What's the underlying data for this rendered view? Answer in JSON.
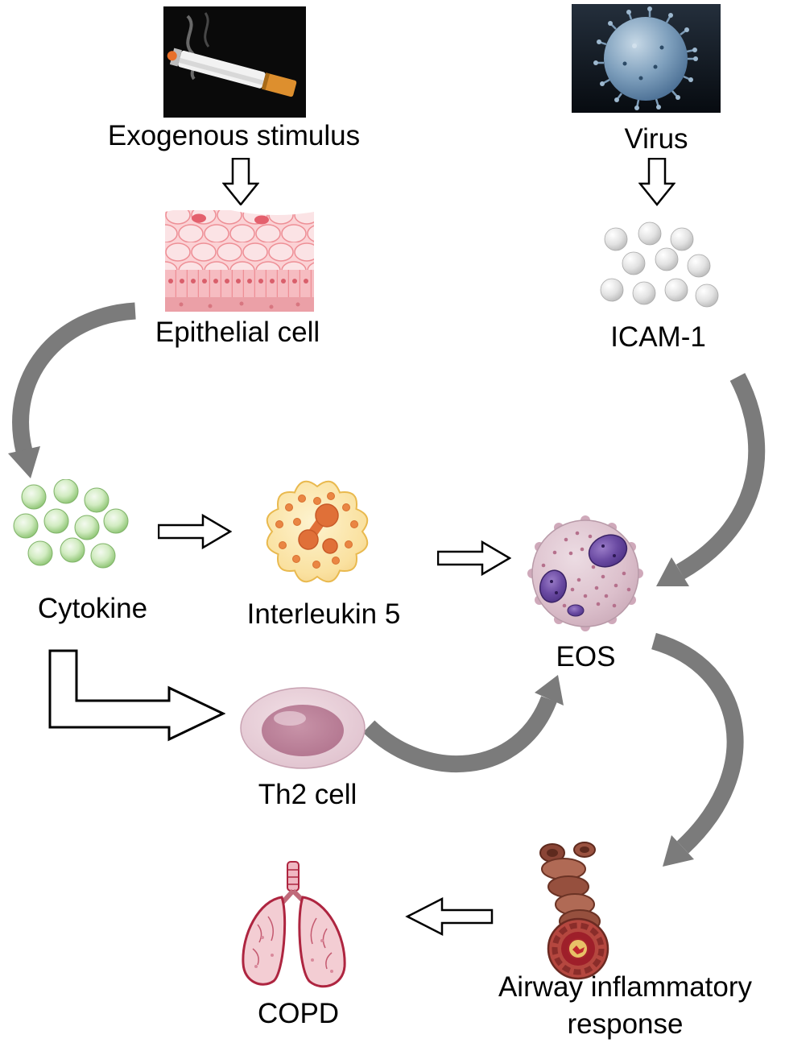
{
  "diagram": {
    "title": "",
    "nodes": {
      "exogenous_stimulus": {
        "label": "Exogenous stimulus",
        "icon": "cigarette-smoke-image"
      },
      "virus": {
        "label": "Virus",
        "icon": "virus-particle-image"
      },
      "epithelial_cell": {
        "label": "Epithelial cell",
        "icon": "epithelial-tissue-image"
      },
      "icam_1": {
        "label": "ICAM-1",
        "icon": "gray-molecule-cluster-image"
      },
      "cytokine": {
        "label": "Cytokine",
        "icon": "green-molecule-cluster-image"
      },
      "interleukin_5": {
        "label": "Interleukin 5",
        "icon": "interleukin5-cell-image"
      },
      "eos": {
        "label": "EOS",
        "icon": "eosinophil-cell-image"
      },
      "th2_cell": {
        "label": "Th2 cell",
        "icon": "th2-cell-image"
      },
      "airway_response": {
        "label_lines": [
          "Airway inflammatory",
          "response"
        ],
        "icon": "inflamed-airway-image"
      },
      "copd": {
        "label": "COPD",
        "icon": "lungs-image"
      }
    },
    "edges": [
      {
        "from": "exogenous_stimulus",
        "to": "epithelial_cell",
        "style": "block-outline-down"
      },
      {
        "from": "virus",
        "to": "icam_1",
        "style": "block-outline-down"
      },
      {
        "from": "epithelial_cell",
        "to": "cytokine",
        "style": "curved-solid-gray"
      },
      {
        "from": "cytokine",
        "to": "interleukin_5",
        "style": "block-outline-right"
      },
      {
        "from": "interleukin_5",
        "to": "eos",
        "style": "block-outline-right"
      },
      {
        "from": "icam_1",
        "to": "eos",
        "style": "curved-solid-gray"
      },
      {
        "from": "cytokine",
        "to": "th2_cell",
        "style": "block-outline-elbow"
      },
      {
        "from": "th2_cell",
        "to": "eos",
        "style": "curved-solid-gray"
      },
      {
        "from": "eos",
        "to": "airway_response",
        "style": "curved-solid-gray"
      },
      {
        "from": "airway_response",
        "to": "copd",
        "style": "block-outline-left"
      }
    ],
    "colors": {
      "background": "#ffffff",
      "label_text": "#000000",
      "curved_arrow": "#7b7b7b",
      "block_arrow_fill": "#ffffff",
      "block_arrow_stroke": "#000000"
    }
  }
}
